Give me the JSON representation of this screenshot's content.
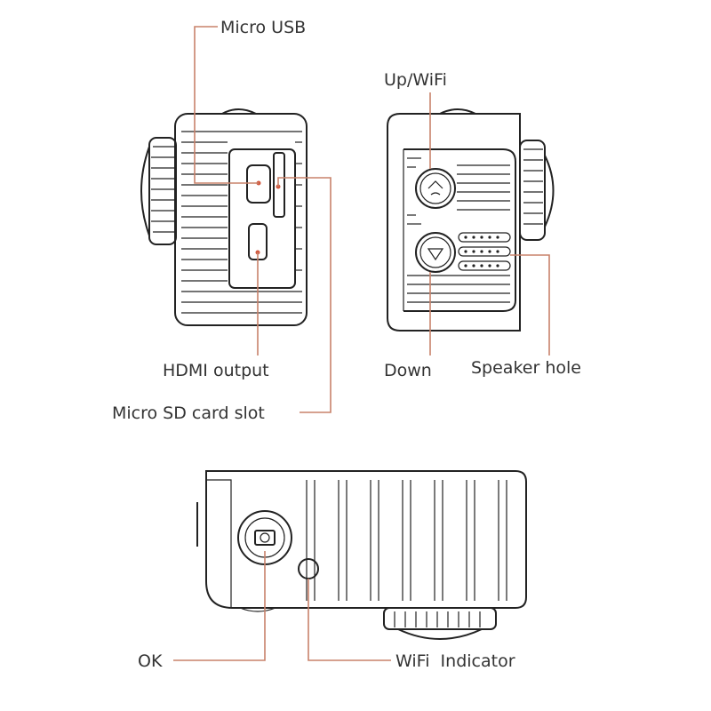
{
  "labels": {
    "micro_usb": "Micro USB",
    "hdmi_output": "HDMI output",
    "micro_sd": "Micro SD card slot",
    "up_wifi": "Up/WiFi",
    "down": "Down",
    "speaker_hole": "Speaker hole",
    "ok": "OK",
    "wifi_indicator": "WiFi  Indicator"
  },
  "colors": {
    "callout_line": "#c8826a",
    "port_dot": "#d2593f",
    "outline": "#222222",
    "text": "#333333"
  }
}
